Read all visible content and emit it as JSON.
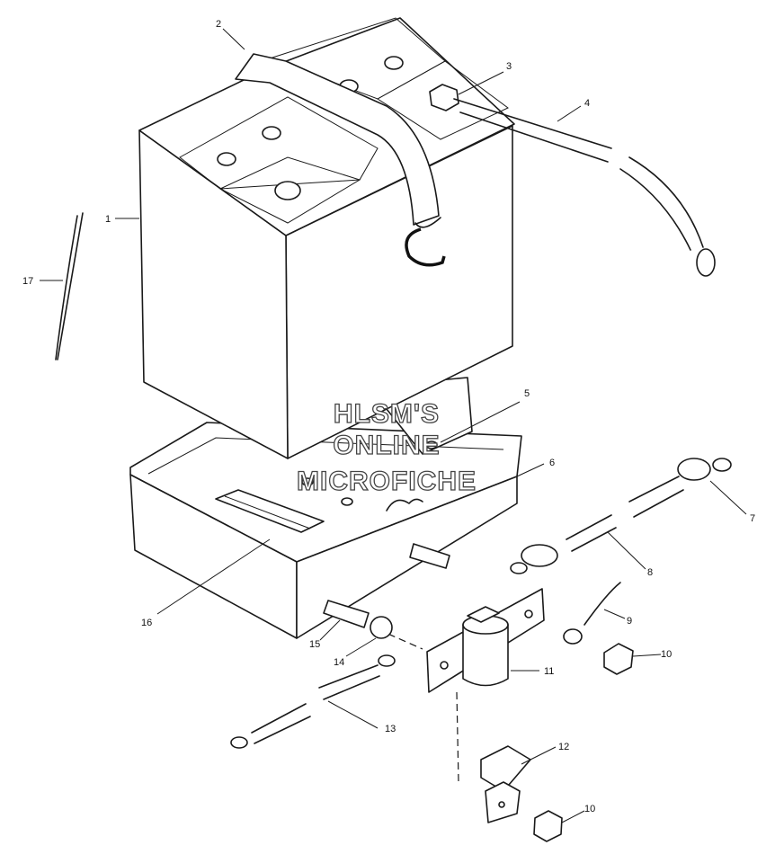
{
  "watermark": {
    "line1": "HLSM'S",
    "line2": "ONLINE",
    "line3": "MICROFICHE"
  },
  "callouts": [
    "1",
    "2",
    "3",
    "4",
    "5",
    "6",
    "7",
    "8",
    "9",
    "10",
    "11",
    "12",
    "13",
    "14",
    "15",
    "16",
    "17"
  ]
}
